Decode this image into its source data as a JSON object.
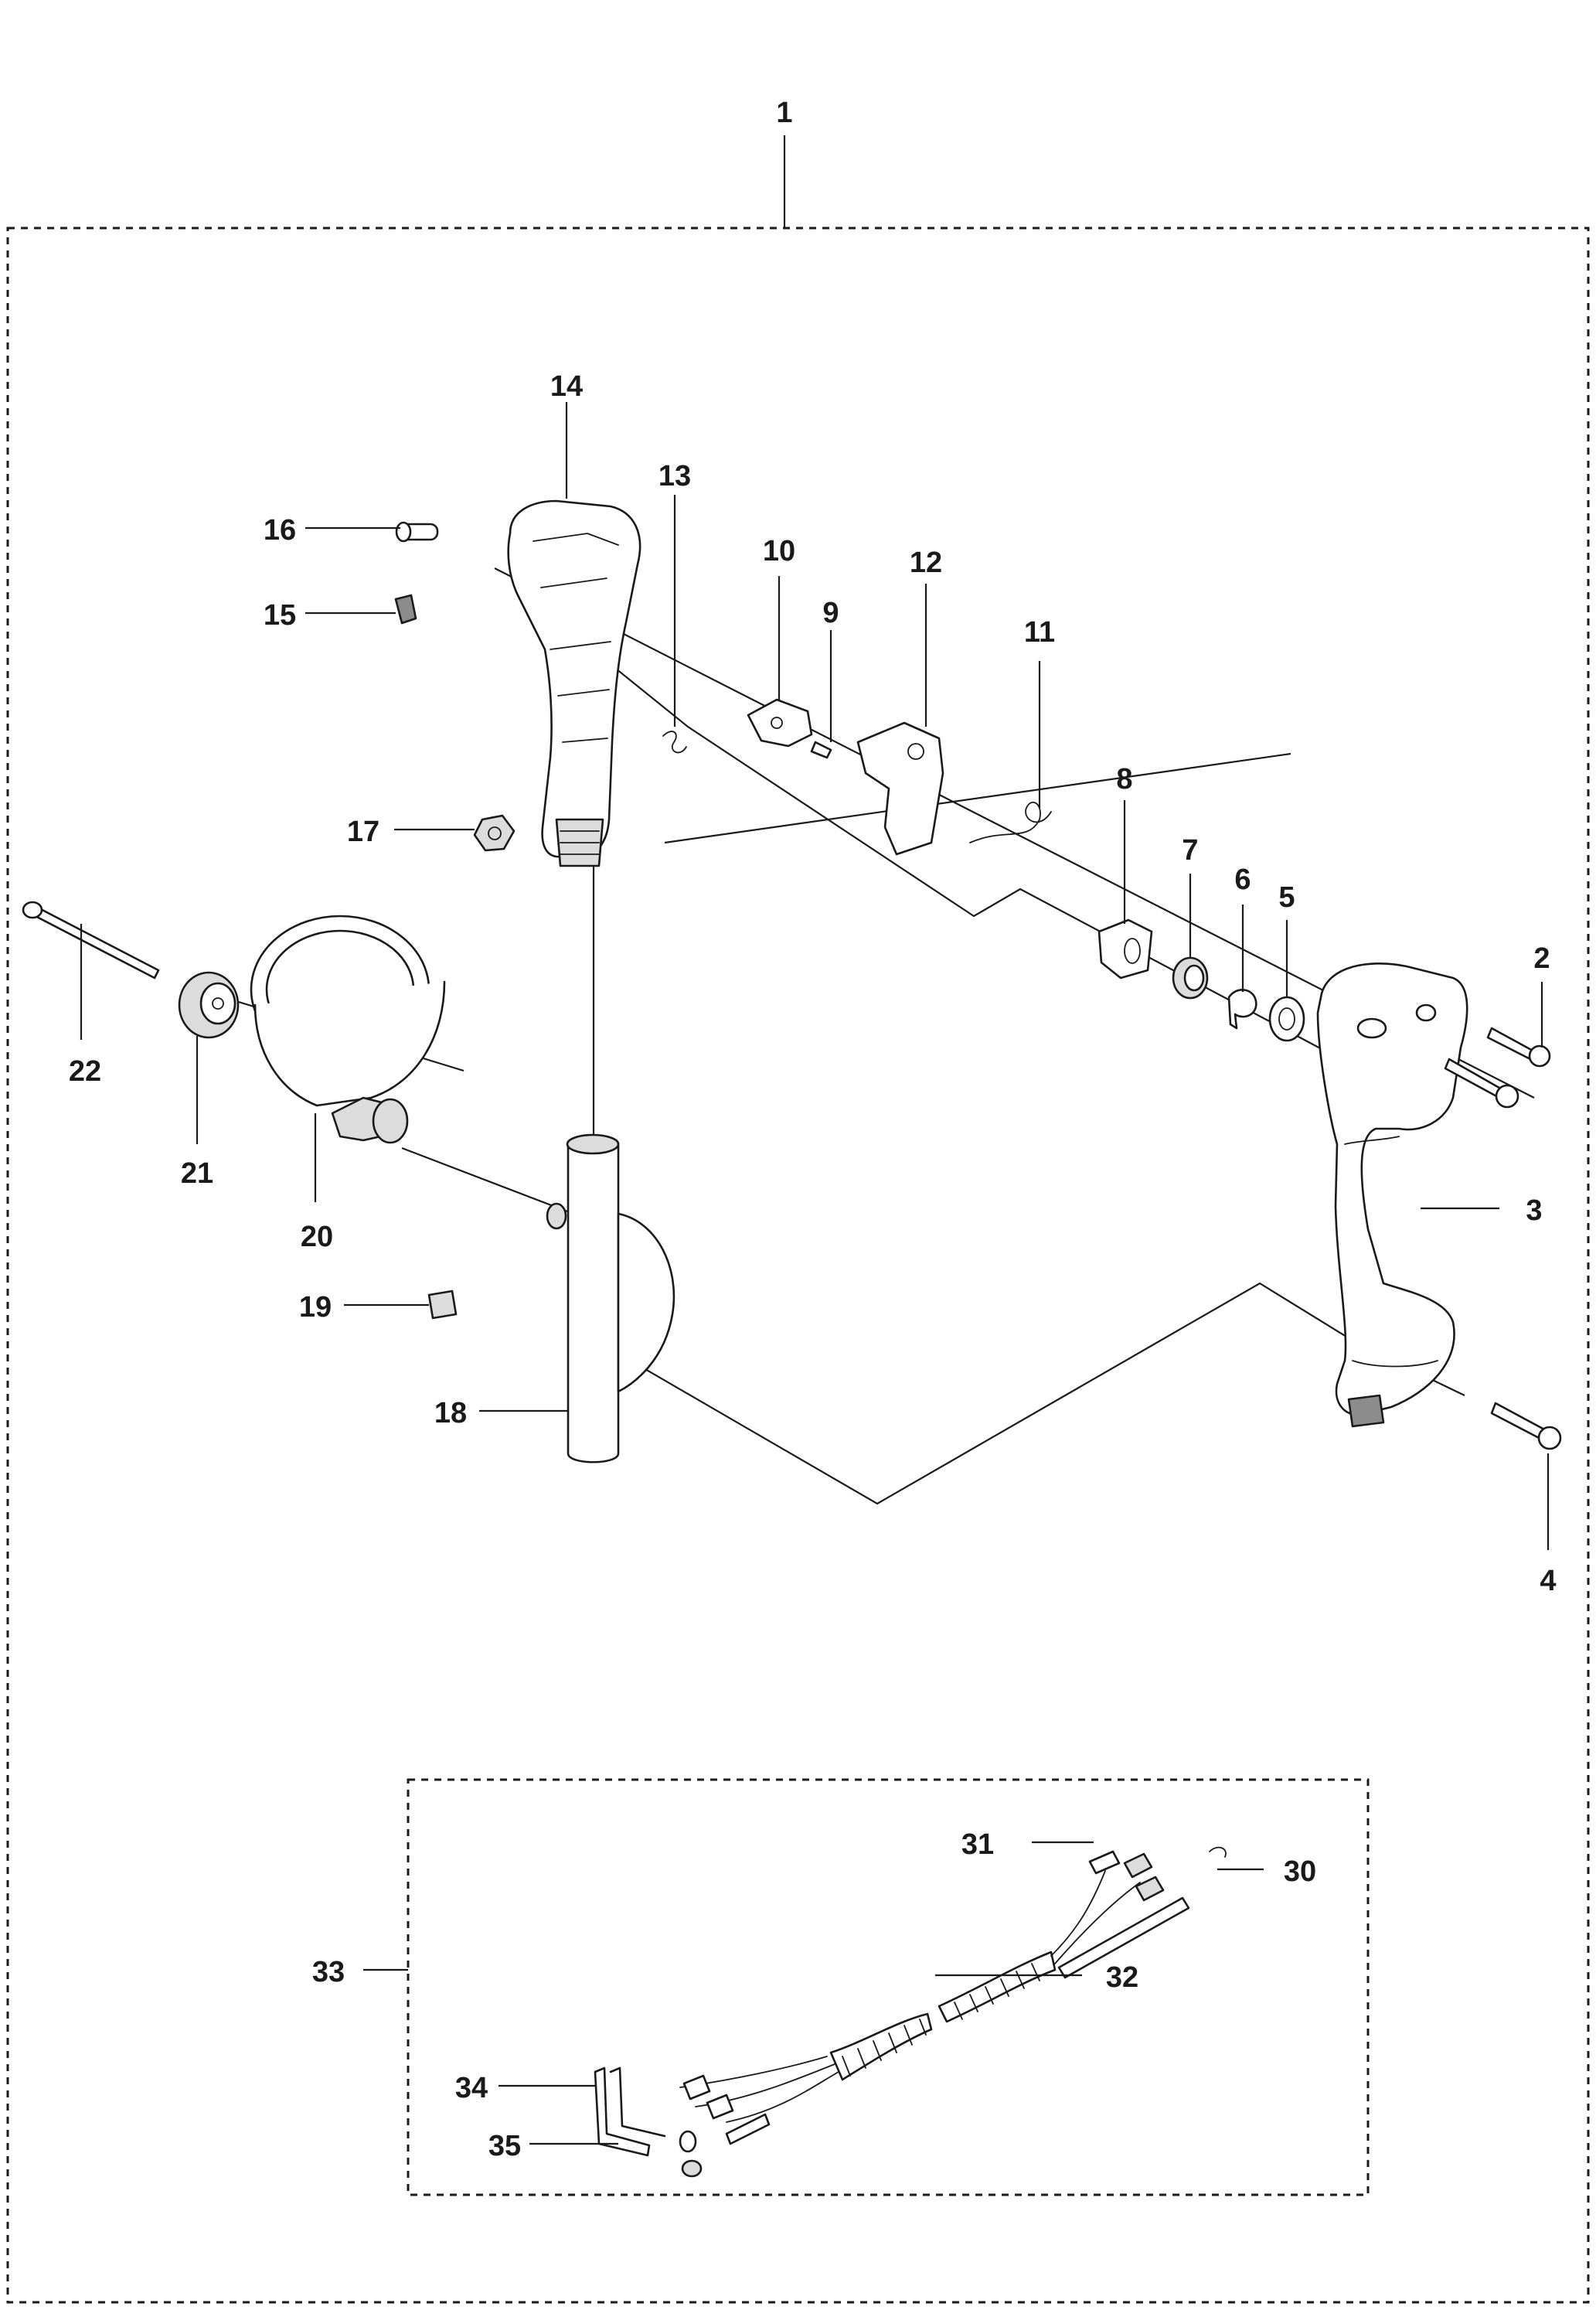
{
  "callouts": {
    "c1": "1",
    "c2": "2",
    "c3": "3",
    "c4": "4",
    "c5": "5",
    "c6": "6",
    "c7": "7",
    "c8": "8",
    "c9": "9",
    "c10": "10",
    "c11": "11",
    "c12": "12",
    "c13": "13",
    "c14": "14",
    "c15": "15",
    "c16": "16",
    "c17": "17",
    "c18": "18",
    "c19": "19",
    "c20": "20",
    "c21": "21",
    "c22": "22",
    "c30": "30",
    "c31": "31",
    "c32": "32",
    "c33": "33",
    "c34": "34",
    "c35": "35"
  }
}
